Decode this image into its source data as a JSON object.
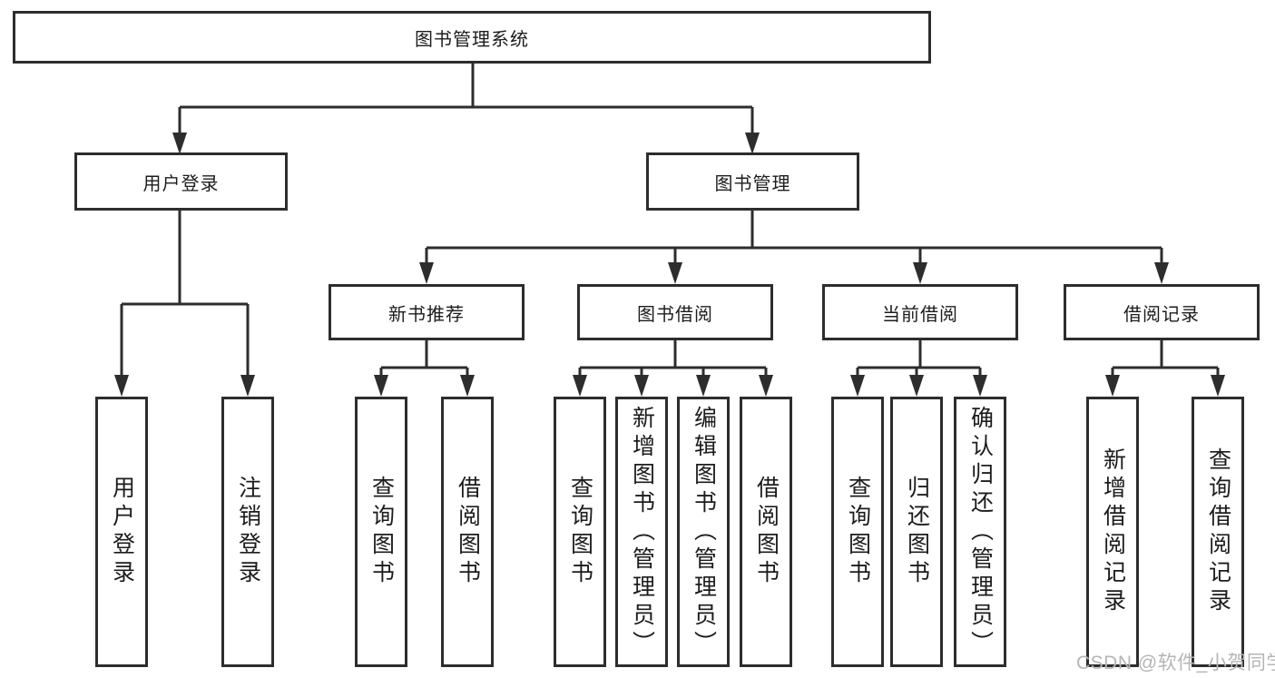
{
  "nodes": {
    "root": {
      "label": "图书管理系统"
    },
    "branches": [
      {
        "label": "用户登录"
      },
      {
        "label": "图书管理"
      }
    ],
    "modules": [
      {
        "label": "新书推荐"
      },
      {
        "label": "图书借阅"
      },
      {
        "label": "当前借阅"
      },
      {
        "label": "借阅记录"
      }
    ],
    "leaves": [
      "用户登录",
      "注销登录",
      "查询图书",
      "借阅图书",
      "查询图书",
      "新增图书（管理员）",
      "编辑图书（管理员）",
      "借阅图书",
      "查询图书",
      "归还图书",
      "确认归还（管理员）",
      "新增借阅记录",
      "查询借阅记录"
    ]
  },
  "hierarchy": {
    "图书管理系统": {
      "用户登录": [
        "用户登录",
        "注销登录"
      ],
      "图书管理": {
        "新书推荐": [
          "查询图书",
          "借阅图书"
        ],
        "图书借阅": [
          "查询图书",
          "新增图书（管理员）",
          "编辑图书（管理员）",
          "借阅图书"
        ],
        "当前借阅": [
          "查询图书",
          "归还图书",
          "确认归还（管理员）"
        ],
        "借阅记录": [
          "新增借阅记录",
          "查询借阅记录"
        ]
      }
    }
  },
  "watermark": {
    "text": "CSDN @软件_小贺同学"
  },
  "colors": {
    "line": "#2d2d2d",
    "text": "#1c1c1c",
    "background": "#ffffff",
    "watermark": "#b5b5b5"
  }
}
